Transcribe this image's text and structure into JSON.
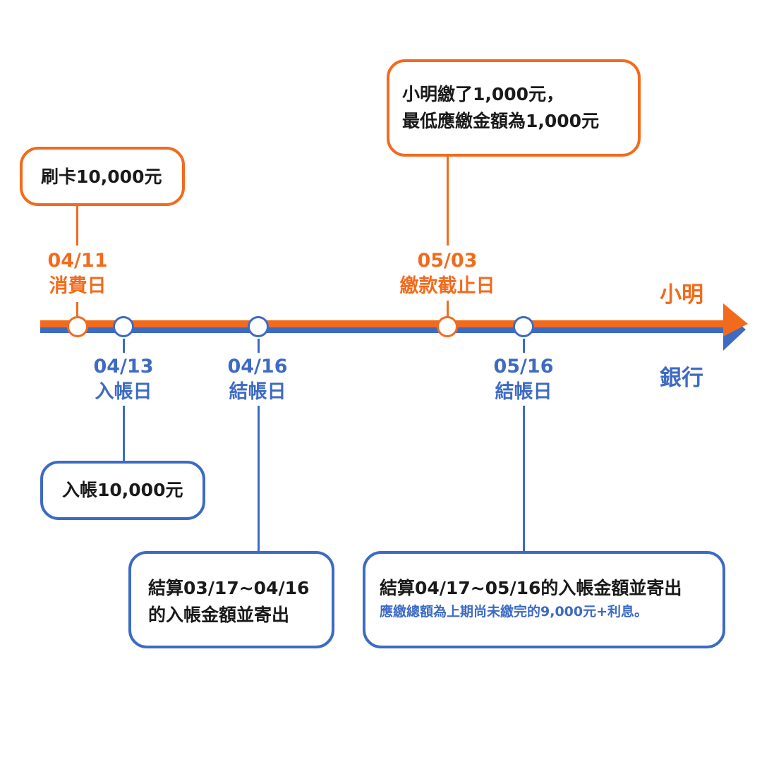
{
  "colors": {
    "xiaoming": "#f26b1d",
    "bank": "#3d6bc4"
  },
  "lanes": {
    "xiaoming": "小明",
    "bank": "銀行"
  },
  "events": {
    "purchase": {
      "date": "04/11",
      "name": "消費日",
      "box": "刷卡10,000元"
    },
    "posting": {
      "date": "04/13",
      "name": "入帳日",
      "box": "入帳10,000元"
    },
    "statement1": {
      "date": "04/16",
      "name": "結帳日",
      "box_line1": "結算03/17~04/16",
      "box_line2": "的入帳金額並寄出"
    },
    "due": {
      "date": "05/03",
      "name": "繳款截止日",
      "box_line1": "小明繳了1,000元，",
      "box_line2": "最低應繳金額為1,000元"
    },
    "statement2": {
      "date": "05/16",
      "name": "結帳日",
      "box_line1": "結算04/17~05/16的入帳金額並寄出",
      "box_note": "應繳總額為上期尚未繳完的9,000元+利息。"
    }
  }
}
